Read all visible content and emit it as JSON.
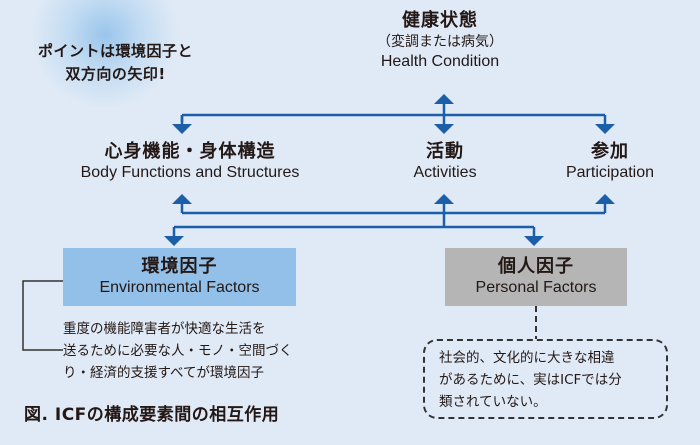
{
  "point_note": {
    "line1": "ポイントは環境因子と",
    "line2": "双方向の矢印!"
  },
  "health_condition": {
    "title": "健康状態",
    "subtitle_jp": "（変調または病気）",
    "subtitle_en": "Health Condition"
  },
  "body_functions": {
    "title": "心身機能・身体構造",
    "subtitle_en": "Body Functions and Structures"
  },
  "activities": {
    "title": "活動",
    "subtitle_en": "Activities"
  },
  "participation": {
    "title": "参加",
    "subtitle_en": "Participation"
  },
  "environmental_factors": {
    "title": "環境因子",
    "subtitle_en": "Environmental Factors",
    "note_lines": [
      "重度の機能障害者が快適な生活を",
      "送るために必要な人・モノ・空間づく",
      "り・経済的支援すべてが環境因子"
    ]
  },
  "personal_factors": {
    "title": "個人因子",
    "subtitle_en": "Personal Factors",
    "note_lines": [
      "社会的、文化的に大きな相違",
      "があるために、実はICFでは分",
      "類されていない。"
    ]
  },
  "caption": "図. ICFの構成要素間の相互作用",
  "colors": {
    "background": "#e0eaf6",
    "arrow_blue": "#1a5fa8",
    "env_box": "#93c0e8",
    "personal_box": "#b5b5b5",
    "text": "#231815"
  }
}
